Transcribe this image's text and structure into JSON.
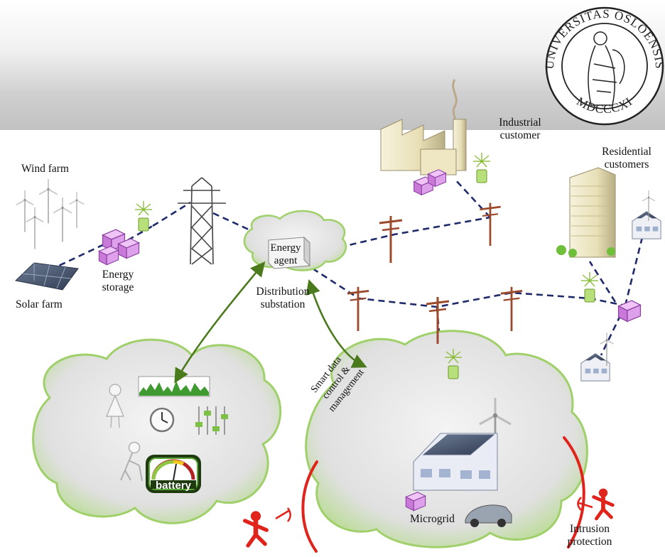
{
  "labels": {
    "wind_farm": "Wind farm",
    "solar_farm": "Solar farm",
    "energy_storage": "Energy storage",
    "energy_agent": "Energy agent",
    "distribution_substation": "Distribution substation",
    "industrial_customer": "Industrial customer",
    "residential_customers": "Residential customers",
    "smart_data": "Smart data control & management",
    "microgrid": "Microgrid",
    "intrusion_protection": "Intrusion protection",
    "battery": "battery"
  },
  "seal": {
    "top_text": "UNIVERSITAS OSLOENSIS",
    "bottom_text": "MDCCCXI"
  },
  "colors": {
    "power_line": "#1f2a6b",
    "data_link": "#4a7a1c",
    "cloud_fill": "#e8e8e8",
    "cloud_edge": "#8fc25a",
    "storage_block": "#d98fe8",
    "intruder": "#e0241b"
  },
  "icons": [
    "wind-turbine-icon",
    "solar-panel-icon",
    "energy-storage-icon",
    "smart-meter-icon",
    "transmission-tower-icon",
    "utility-pole-icon",
    "factory-icon",
    "skyscraper-icon",
    "house-icon",
    "clock-icon",
    "sliders-icon",
    "person-icon",
    "battery-gauge-icon",
    "electric-car-icon",
    "intruder-icon",
    "shield-arc-icon",
    "university-seal-icon"
  ]
}
